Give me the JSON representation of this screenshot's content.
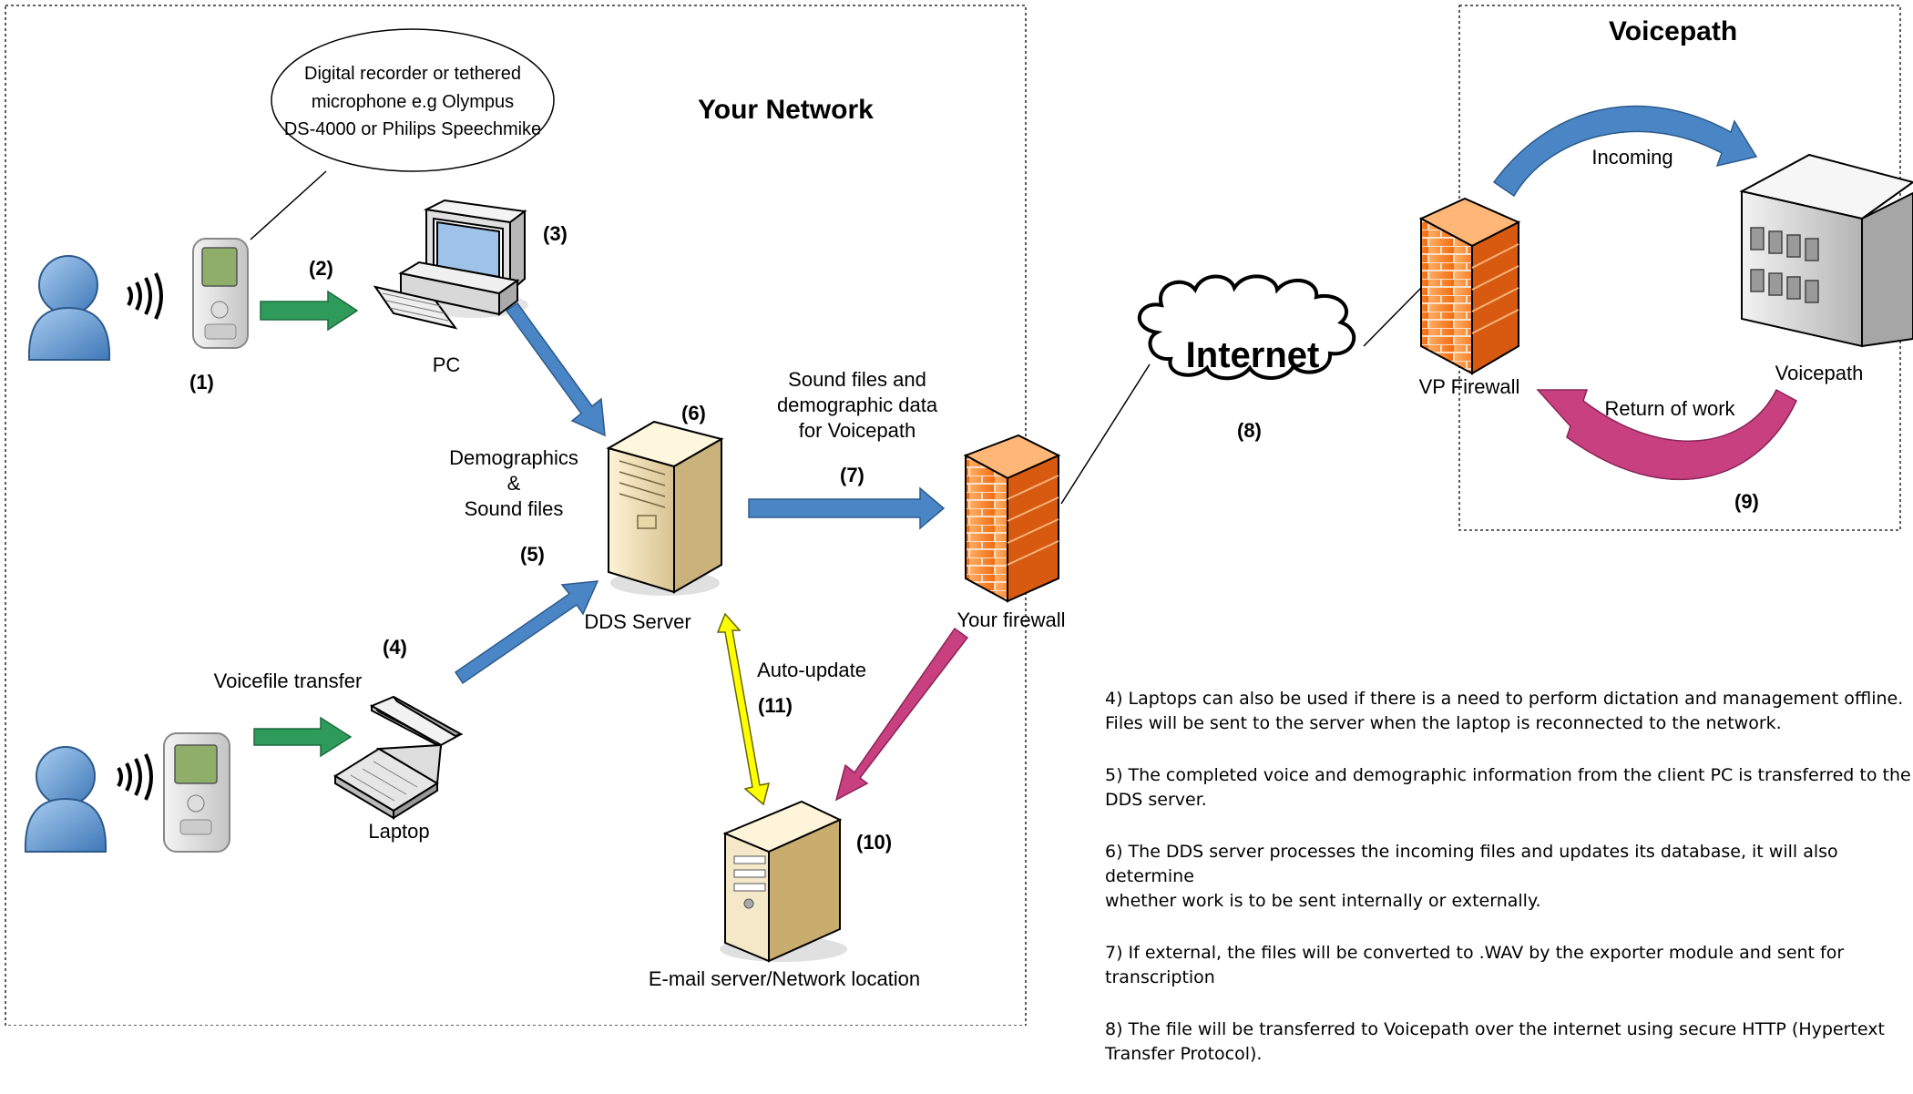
{
  "regions": {
    "your_network_title": "Your Network",
    "voicepath_title": "Voicepath"
  },
  "callout": {
    "line1": "Digital recorder or tethered",
    "line2": "microphone e.g Olympus",
    "line3": "DS-4000 or Philips Speechmike"
  },
  "labels": {
    "pc": "PC",
    "demographics_line1": "Demographics",
    "demographics_line2": "&",
    "demographics_line3": "Sound files",
    "dds_server": "DDS Server",
    "voicefile_transfer": "Voicefile transfer",
    "laptop": "Laptop",
    "sound_files_line1": "Sound files and",
    "sound_files_line2": "demographic data",
    "sound_files_line3": "for Voicepath",
    "your_firewall": "Your firewall",
    "auto_update": "Auto-update",
    "email_server": "E-mail server/Network location",
    "internet": "Internet",
    "vp_firewall": "VP Firewall",
    "incoming": "Incoming",
    "voicepath_server": "Voicepath",
    "return_of_work": "Return of work"
  },
  "step_numbers": {
    "s1": "(1)",
    "s2": "(2)",
    "s3": "(3)",
    "s4": "(4)",
    "s5": "(5)",
    "s6": "(6)",
    "s7": "(7)",
    "s8": "(8)",
    "s9": "(9)",
    "s10": "(10)",
    "s11": "(11)"
  },
  "notes": {
    "n4_line1": "4) Laptops can also be used if there is a need to perform dictation and management offline.",
    "n4_line2": "Files will be sent to the server when the laptop is reconnected to the network.",
    "n5_line1": "5) The completed voice and demographic information from the client PC is transferred to the",
    "n5_line2": "DDS server.",
    "n6_line1": "6) The DDS server processes the incoming files and updates its database, it will also determine",
    "n6_line2": "whether work is to be sent internally or externally.",
    "n7_line1": "7) If external, the files will be converted to .WAV by the exporter module and sent for transcription",
    "n8_line1": "8)  The file will be transferred to Voicepath over the internet using secure HTTP  (Hypertext",
    "n8_line2": "Transfer Protocol)."
  },
  "colors": {
    "green_arrow": "#2e9b5b",
    "blue_arrow": "#4a86c5",
    "pink_arrow": "#c8407f",
    "yellow_arrow": "#ffff00",
    "firewall_orange": "#f47a20"
  }
}
